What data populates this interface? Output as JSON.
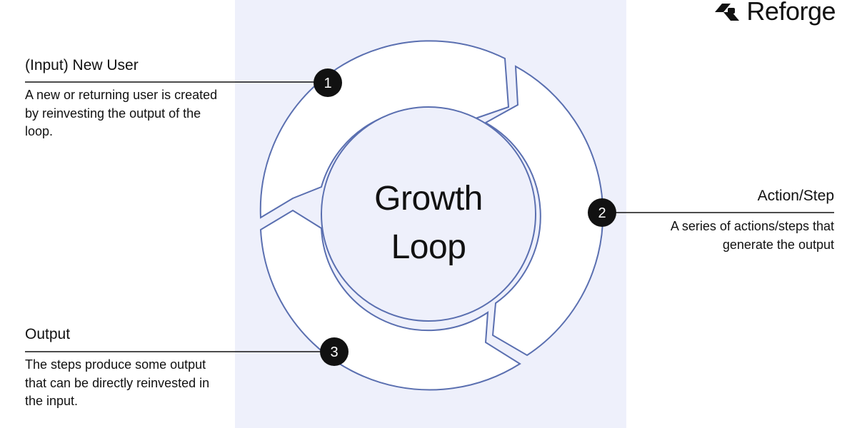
{
  "brand": {
    "name": "Reforge"
  },
  "diagram": {
    "center": {
      "line1": "Growth",
      "line2": "Loop"
    },
    "steps": [
      {
        "number": "1",
        "title": "(Input) New User",
        "description": "A new or returning user is created by reinvesting the output of the loop."
      },
      {
        "number": "2",
        "title": "Action/Step",
        "description": "A series of actions/steps that generate the output"
      },
      {
        "number": "3",
        "title": "Output",
        "description": "The steps produce some output that can be directly reinvested in the input."
      }
    ]
  },
  "colors": {
    "background": "#ffffff",
    "band": "#eef0fb",
    "ring_fill": "#ffffff",
    "ring_stroke": "#5a6fb0",
    "badge": "#111111",
    "badge_text": "#ffffff",
    "text": "#111111"
  }
}
